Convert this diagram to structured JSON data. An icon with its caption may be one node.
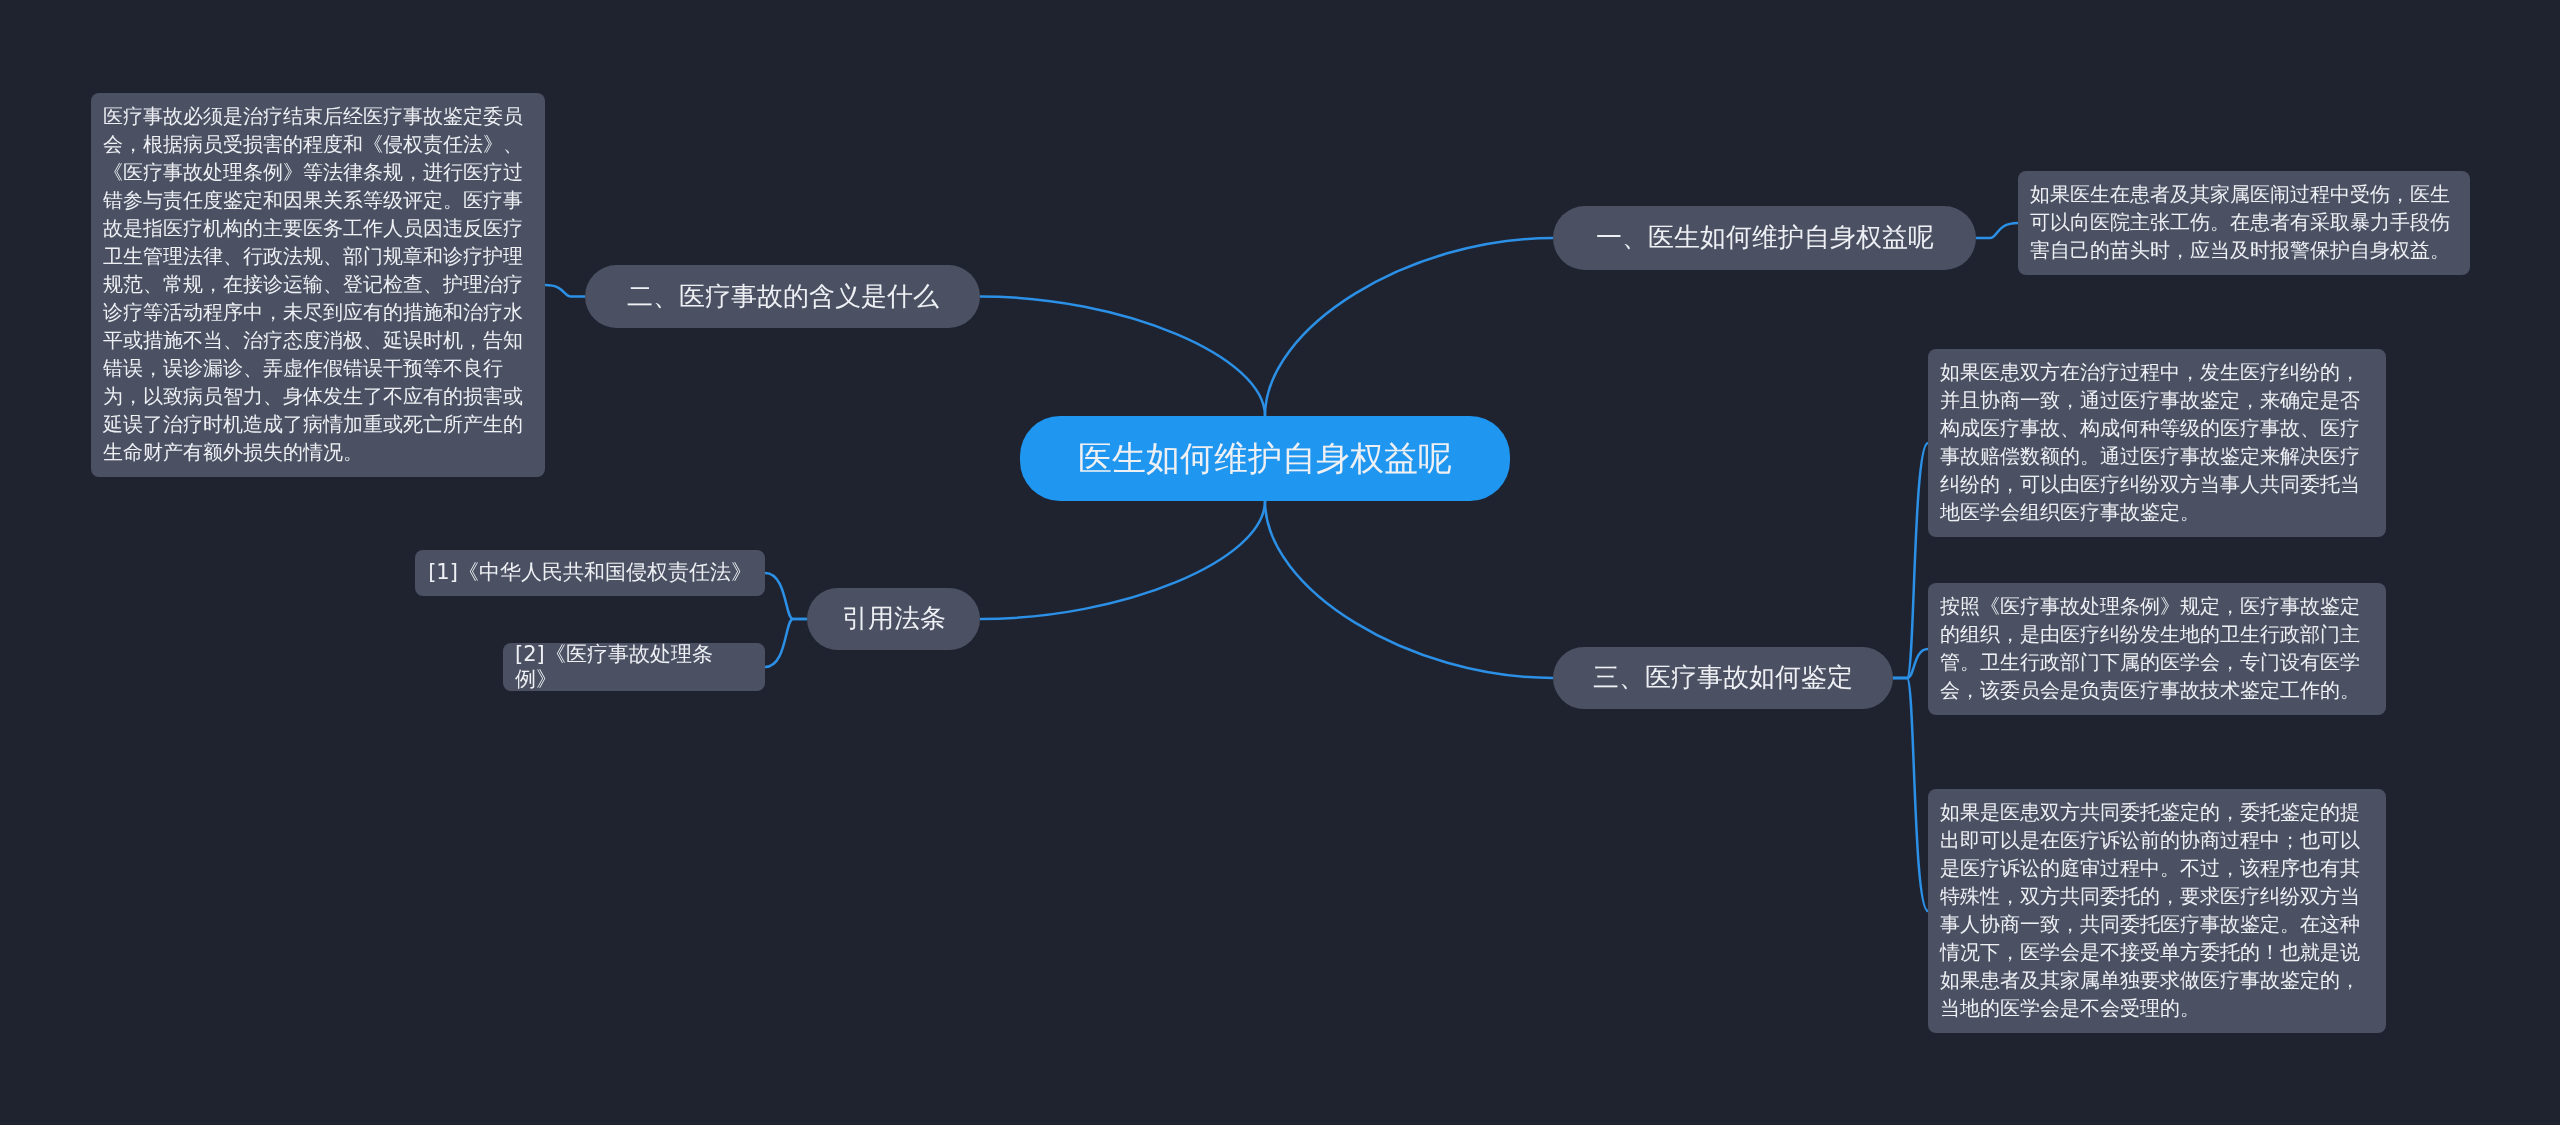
{
  "diagram": {
    "nodes": [
      {
        "text": [
          "医生如何维护自身权益呢"
        ]
      },
      {
        "text": [
          "一、医生如何维护自身权益呢"
        ]
      },
      {
        "text": [
          "如果医生在患者及其家属医闹过程中受伤，医生可以向医院主张工伤。在患者有采取暴力手段伤害自己的苗头时，应当及时报警保护自身权益。"
        ]
      },
      {
        "text": [
          "二、医疗事故的含义是什么"
        ]
      },
      {
        "text": [
          "医疗事故必须是治疗结束后经医疗事故鉴定委员会，根据病员受损害的程度和《侵权责任法》、《医疗事故处理条例》等法律条规，进行医疗过错参与责任度鉴定和因果关系等级评定。医疗事故是指医疗机构的主要医务工作人员因违反医疗卫生管理法律、行政法规、部门规章和诊疗护理规范、常规，在接诊运输、登记检查、护理治疗诊疗等活动程序中，未尽到应有的措施和治疗水平或措施不当、治疗态度消极、延误时机，告知错误，误诊漏诊、弄虚作假错误干预等不良行为，以致病员智力、身体发生了不应有的损害或延误了治疗时机造成了病情加重或死亡所产生的生命财产有额外损失的情况。"
        ]
      },
      {
        "text": [
          "三、医疗事故如何鉴定"
        ]
      },
      {
        "text": [
          "如果医患双方在治疗过程中，发生医疗纠纷的，并且协商一致，通过医疗事故鉴定，来确定是否构成医疗事故、构成何种等级的医疗事故、医疗事故赔偿数额的。通过医疗事故鉴定来解决医疗纠纷的，可以由医疗纠纷双方当事人共同委托当地医学会组织医疗事故鉴定。"
        ]
      },
      {
        "text": [
          "按照《医疗事故处理条例》规定，医疗事故鉴定的组织，是由医疗纠纷发生地的卫生行政部门主管。卫生行政部门下属的医学会，专门设有医学会，该委员会是负责医疗事故技术鉴定工作的。"
        ]
      },
      {
        "text": [
          "如果是医患双方共同委托鉴定的，委托鉴定的提出即可以是在医疗诉讼前的协商过程中；也可以是医疗诉讼的庭审过程中。不过，该程序也有其特殊性，双方共同委托的，要求医疗纠纷双方当事人协商一致，共同委托医疗事故鉴定。在这种情况下，医学会是不接受单方委托的！也就是说如果患者及其家属单独要求做医疗事故鉴定的，当地的医学会是不会受理的。"
        ]
      },
      {
        "text": [
          "引用法条"
        ]
      },
      {
        "text": [
          "[1]《中华人民共和国侵权责任法》"
        ]
      },
      {
        "text": [
          "[2]《医疗事故处理条例》"
        ]
      }
    ],
    "edges": [
      {
        "from": 0,
        "to": 1,
        "arrow": "none"
      },
      {
        "from": 1,
        "to": 2,
        "arrow": "none"
      },
      {
        "from": 0,
        "to": 3,
        "arrow": "none"
      },
      {
        "from": 3,
        "to": 4,
        "arrow": "none"
      },
      {
        "from": 0,
        "to": 5,
        "arrow": "none"
      },
      {
        "from": 5,
        "to": 6,
        "arrow": "none"
      },
      {
        "from": 5,
        "to": 7,
        "arrow": "none"
      },
      {
        "from": 5,
        "to": 8,
        "arrow": "none"
      },
      {
        "from": 0,
        "to": 9,
        "arrow": "none"
      },
      {
        "from": 9,
        "to": 10,
        "arrow": "none"
      },
      {
        "from": 9,
        "to": 11,
        "arrow": "none"
      }
    ]
  }
}
